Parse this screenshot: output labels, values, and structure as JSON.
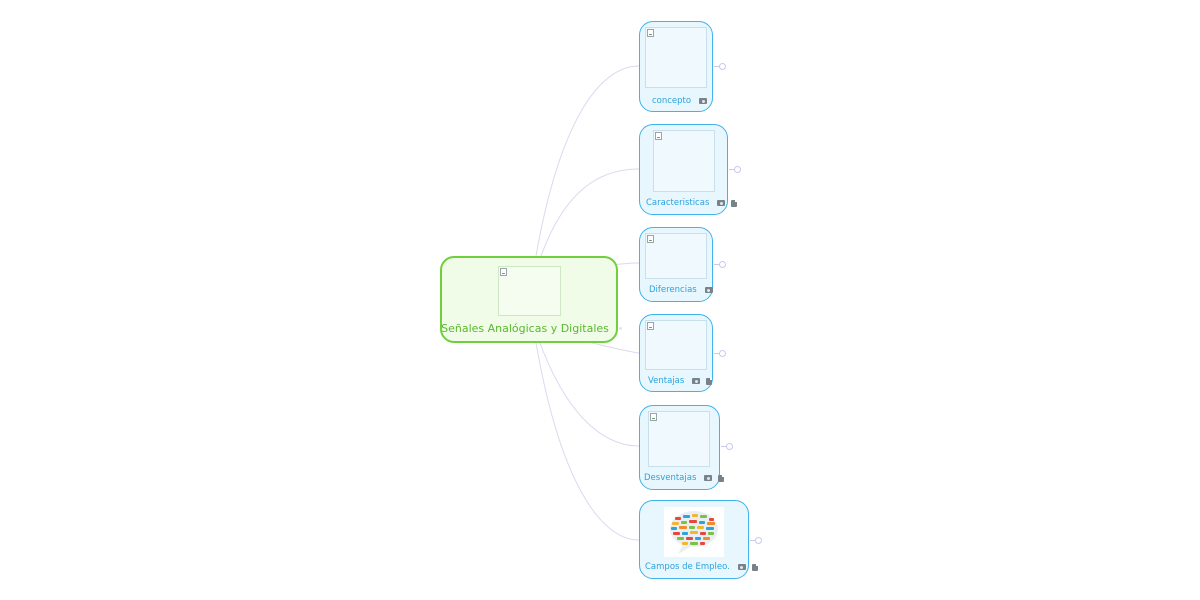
{
  "central": {
    "label": "Señales Analógicas y Digitales",
    "icons": [
      "camera-icon"
    ]
  },
  "branches": [
    {
      "label": "concepto",
      "icons": [
        "camera-icon"
      ]
    },
    {
      "label": "Caracteristicas",
      "icons": [
        "camera-icon",
        "note-icon"
      ]
    },
    {
      "label": "Diferencias",
      "icons": [
        "camera-icon"
      ]
    },
    {
      "label": "Ventajas",
      "icons": [
        "camera-icon",
        "note-icon"
      ]
    },
    {
      "label": "Desventajas",
      "icons": [
        "camera-icon",
        "note-icon"
      ]
    },
    {
      "label": "Campos de Empleo.",
      "icons": [
        "camera-icon",
        "note-icon"
      ],
      "image": "speech-bubble-image"
    }
  ],
  "colors": {
    "central_border": "#6fcf3c",
    "central_fill": "#f0fce8",
    "central_text": "#5ab82e",
    "branch_border": "#3fb3ea",
    "branch_fill": "#e8f6fd",
    "branch_text": "#2aa3df",
    "connector": "#d9daf0"
  }
}
